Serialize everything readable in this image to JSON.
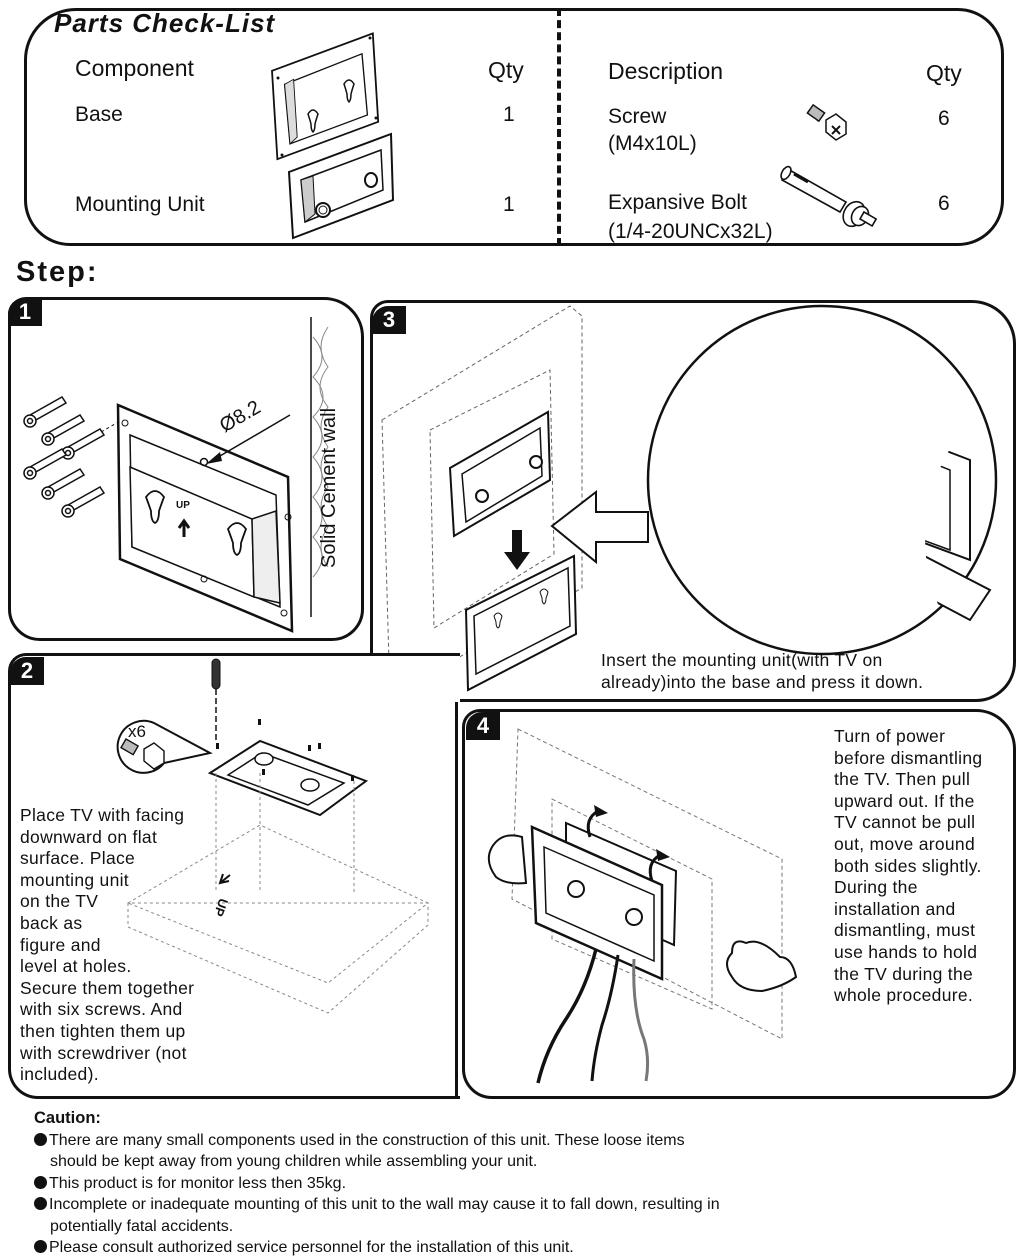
{
  "parts_checklist": {
    "title": "Parts Check-List",
    "components": {
      "header": {
        "name": "Component",
        "qty": "Qty"
      },
      "rows": [
        {
          "name": "Base",
          "qty": "1",
          "icon": "base-plate-icon"
        },
        {
          "name": "Mounting Unit",
          "qty": "1",
          "icon": "mounting-unit-icon"
        }
      ]
    },
    "hardware": {
      "header": {
        "name": "Description",
        "qty": "Qty"
      },
      "rows": [
        {
          "name": "Screw",
          "spec": "(M4x10L)",
          "qty": "6",
          "icon": "screw-icon"
        },
        {
          "name": "Expansive Bolt",
          "spec": "(1/4-20UNCx32L)",
          "qty": "6",
          "icon": "expansion-bolt-icon"
        }
      ]
    }
  },
  "steps": {
    "heading": "Step:",
    "items": [
      {
        "number": "1",
        "labels": {
          "diameter": "Ø8.2",
          "wall": "Solid Cement wall",
          "up": "UP"
        }
      },
      {
        "number": "2",
        "labels": {
          "count": "x6",
          "up": "UP"
        },
        "text": [
          "Place TV with facing",
          "downward on flat",
          "surface. Place",
          "mounting unit",
          "on the TV",
          "back as",
          "figure and",
          "level at holes.",
          "Secure them together",
          "with six screws.  And",
          "then tighten them up",
          "with screwdriver (not",
          "included)."
        ]
      },
      {
        "number": "3",
        "text": [
          "Insert the mounting unit(with TV on",
          "already)into the base and press it down."
        ]
      },
      {
        "number": "4",
        "text": [
          "Turn of power",
          "before dismantling",
          "the TV. Then pull",
          "upward out. If the",
          "TV cannot be pull",
          "out, move around",
          "both sides slightly.",
          "During  the",
          "installation and",
          "dismantling, must",
          "use hands to hold",
          "the TV during the",
          "whole procedure."
        ]
      }
    ]
  },
  "caution": {
    "title": "Caution:",
    "items": [
      {
        "line1": "There are many small components used in the construction of this unit. These loose items",
        "line2": "should be kept away from young children while assembling your unit."
      },
      {
        "line1": "This product is  for monitor less then 35kg.",
        "line2": ""
      },
      {
        "line1": "Incomplete or inadequate mounting of this unit to the wall may cause it to fall down, resulting in",
        "line2": "potentially fatal accidents."
      },
      {
        "line1": "Please consult authorized service personnel for the installation of this unit.",
        "line2": ""
      }
    ]
  }
}
